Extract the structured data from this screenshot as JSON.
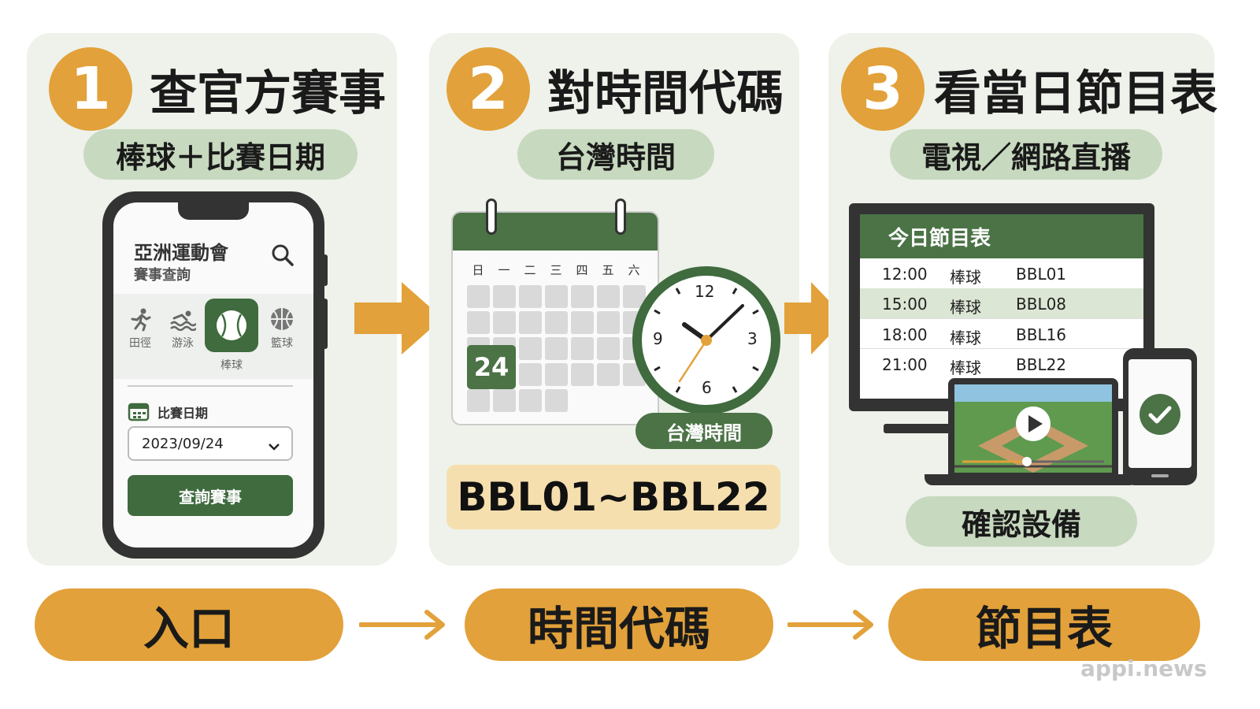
{
  "steps": [
    {
      "number": "1",
      "title": "查官方賽事",
      "subtitle": "棒球＋比賽日期"
    },
    {
      "number": "2",
      "title": "對時間代碼",
      "subtitle": "台灣時間"
    },
    {
      "number": "3",
      "title": "看當日節目表",
      "subtitle": "電視／網路直播"
    }
  ],
  "phone_app": {
    "title": "亞洲運動會",
    "subtitle": "賽事查詢",
    "sports": [
      "田徑",
      "游泳",
      "棒球",
      "籃球"
    ],
    "selected_sport": "棒球",
    "date_label": "比賽日期",
    "date_value": "2023/09/24",
    "query_button": "查詢賽事"
  },
  "calendar": {
    "weekdays": [
      "日",
      "一",
      "二",
      "三",
      "四",
      "五",
      "六"
    ],
    "highlight_day": "24"
  },
  "clock": {
    "labels": [
      "12",
      "3",
      "6",
      "9"
    ],
    "tag": "台灣時間"
  },
  "code_range": "BBL01~BBL22",
  "schedule": {
    "title": "今日節目表",
    "rows": [
      {
        "time": "12:00",
        "sport": "棒球",
        "code": "BBL01"
      },
      {
        "time": "15:00",
        "sport": "棒球",
        "code": "BBL08"
      },
      {
        "time": "18:00",
        "sport": "棒球",
        "code": "BBL16"
      },
      {
        "time": "21:00",
        "sport": "棒球",
        "code": "BBL22"
      }
    ]
  },
  "device_check": "確認設備",
  "flow": [
    "入口",
    "時間代碼",
    "節目表"
  ],
  "brand": "appi.news",
  "colors": {
    "orange": "#e2a13a",
    "green": "#4b7346",
    "panel_bg": "#eef2ea",
    "pill_green": "#c7d9bf",
    "code_bg": "#f5dfae"
  },
  "icons": [
    "search-icon",
    "running-icon",
    "swimming-icon",
    "baseball-icon",
    "basketball-icon",
    "calendar-icon",
    "chevron-down-icon",
    "clock-icon",
    "play-icon",
    "check-icon",
    "arrow-right-icon"
  ]
}
